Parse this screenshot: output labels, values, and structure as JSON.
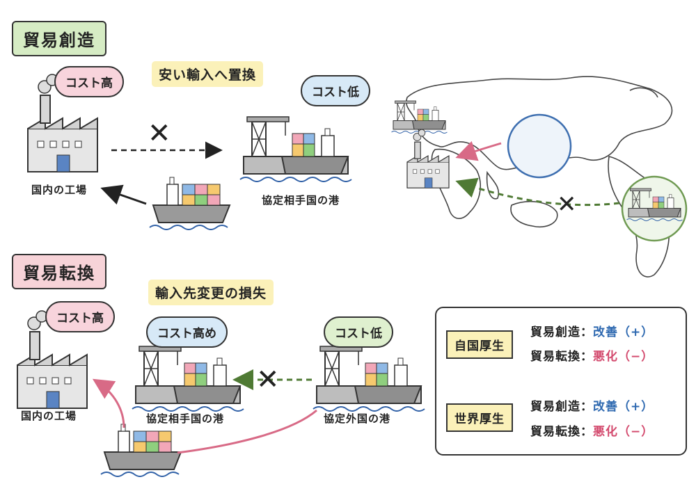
{
  "section1": {
    "title": "貿易創造",
    "note": "安い輸入へ置換",
    "factory_label": "国内の工場",
    "factory_cloud": "コスト高",
    "partner_label": "協定相手国の港",
    "partner_cloud": "コスト低"
  },
  "section2": {
    "title": "貿易転換",
    "note": "輸入先変更の損失",
    "factory_label": "国内の工場",
    "factory_cloud": "コスト高",
    "partner_label": "協定相手国の港",
    "partner_cloud": "コスト高め",
    "outside_label": "協定外国の港",
    "outside_cloud": "コスト低"
  },
  "legend": {
    "domestic": {
      "title": "自国厚生",
      "row1_label": "貿易創造：",
      "row1_value": "改善（+）",
      "row2_label": "貿易転換：",
      "row2_value": "悪化（−）"
    },
    "world": {
      "title": "世界厚生",
      "row1_label": "貿易創造：",
      "row1_value": "改善（+）",
      "row2_label": "貿易転換：",
      "row2_value": "悪化（−）"
    }
  },
  "colors": {
    "good": "#2d68b0",
    "bad": "#d3496d",
    "green_arrow": "#4f7a34",
    "pink_arrow": "#d86a86"
  },
  "icons": [
    "factory-icon",
    "ship-icon",
    "port-crane-icon",
    "world-map-icon",
    "cross-icon"
  ]
}
